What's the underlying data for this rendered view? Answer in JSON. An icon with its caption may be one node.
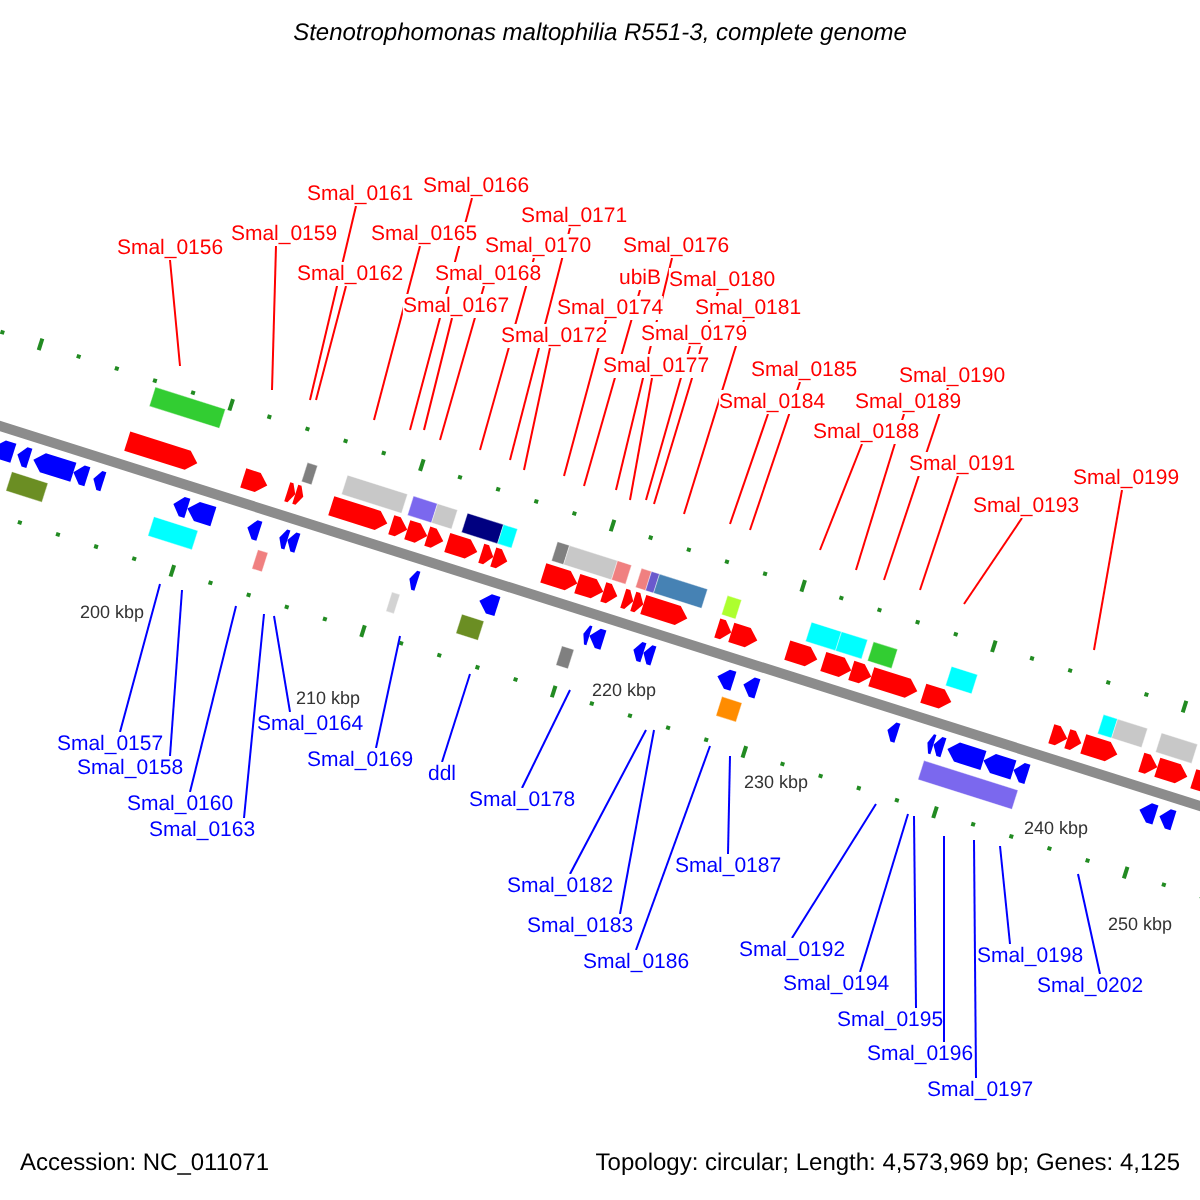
{
  "diagram": {
    "title": "Stenotrophomonas maltophilia R551-3, complete genome",
    "nodes": [
      {
        "text": [
          "Smal_0156"
        ]
      },
      {
        "text": [
          "Smal_0159"
        ]
      },
      {
        "text": [
          "Smal_0161"
        ]
      },
      {
        "text": [
          "Smal_0162"
        ]
      },
      {
        "text": [
          "Smal_0165"
        ]
      },
      {
        "text": [
          "Smal_0166"
        ]
      },
      {
        "text": [
          "Smal_0167"
        ]
      },
      {
        "text": [
          "Smal_0168"
        ]
      },
      {
        "text": [
          "Smal_0170"
        ]
      },
      {
        "text": [
          "Smal_0171"
        ]
      },
      {
        "text": [
          "Smal_0172"
        ]
      },
      {
        "text": [
          "Smal_0174"
        ]
      },
      {
        "text": [
          "ubiB"
        ]
      },
      {
        "text": [
          "Smal_0176"
        ]
      },
      {
        "text": [
          "Smal_0177"
        ]
      },
      {
        "text": [
          "Smal_0179"
        ]
      },
      {
        "text": [
          "Smal_0180"
        ]
      },
      {
        "text": [
          "Smal_0181"
        ]
      },
      {
        "text": [
          "Smal_0184"
        ]
      },
      {
        "text": [
          "Smal_0185"
        ]
      },
      {
        "text": [
          "Smal_0188"
        ]
      },
      {
        "text": [
          "Smal_0189"
        ]
      },
      {
        "text": [
          "Smal_0190"
        ]
      },
      {
        "text": [
          "Smal_0191"
        ]
      },
      {
        "text": [
          "Smal_0193"
        ]
      },
      {
        "text": [
          "Smal_0199"
        ]
      },
      {
        "text": [
          "Smal_0157"
        ]
      },
      {
        "text": [
          "Smal_0158"
        ]
      },
      {
        "text": [
          "Smal_0160"
        ]
      },
      {
        "text": [
          "Smal_0163"
        ]
      },
      {
        "text": [
          "Smal_0164"
        ]
      },
      {
        "text": [
          "Smal_0169"
        ]
      },
      {
        "text": [
          "ddl"
        ]
      },
      {
        "text": [
          "Smal_0178"
        ]
      },
      {
        "text": [
          "Smal_0182"
        ]
      },
      {
        "text": [
          "Smal_0183"
        ]
      },
      {
        "text": [
          "Smal_0186"
        ]
      },
      {
        "text": [
          "Smal_0187"
        ]
      },
      {
        "text": [
          "Smal_0192"
        ]
      },
      {
        "text": [
          "Smal_0194"
        ]
      },
      {
        "text": [
          "Smal_0195"
        ]
      },
      {
        "text": [
          "Smal_0196"
        ]
      },
      {
        "text": [
          "Smal_0197"
        ]
      },
      {
        "text": [
          "Smal_0198"
        ]
      },
      {
        "text": [
          "Smal_0202"
        ]
      }
    ],
    "edges": [
      {
        "from": 0,
        "to": null,
        "arrow": "none"
      },
      {
        "from": 1,
        "to": null,
        "arrow": "none"
      },
      {
        "from": 2,
        "to": null,
        "arrow": "none"
      },
      {
        "from": 3,
        "to": null,
        "arrow": "none"
      },
      {
        "from": 4,
        "to": null,
        "arrow": "none"
      },
      {
        "from": 5,
        "to": null,
        "arrow": "none"
      },
      {
        "from": 6,
        "to": null,
        "arrow": "none"
      },
      {
        "from": 7,
        "to": null,
        "arrow": "none"
      },
      {
        "from": 8,
        "to": null,
        "arrow": "none"
      },
      {
        "from": 9,
        "to": null,
        "arrow": "none"
      },
      {
        "from": 10,
        "to": null,
        "arrow": "none"
      },
      {
        "from": 11,
        "to": null,
        "arrow": "none"
      },
      {
        "from": 12,
        "to": null,
        "arrow": "none"
      },
      {
        "from": 13,
        "to": null,
        "arrow": "none"
      },
      {
        "from": 14,
        "to": null,
        "arrow": "none"
      },
      {
        "from": 15,
        "to": null,
        "arrow": "none"
      },
      {
        "from": 16,
        "to": null,
        "arrow": "none"
      },
      {
        "from": 17,
        "to": null,
        "arrow": "none"
      },
      {
        "from": 18,
        "to": null,
        "arrow": "none"
      },
      {
        "from": 19,
        "to": null,
        "arrow": "none"
      },
      {
        "from": 20,
        "to": null,
        "arrow": "none"
      },
      {
        "from": 21,
        "to": null,
        "arrow": "none"
      },
      {
        "from": 22,
        "to": null,
        "arrow": "none"
      },
      {
        "from": 23,
        "to": null,
        "arrow": "none"
      },
      {
        "from": 24,
        "to": null,
        "arrow": "none"
      },
      {
        "from": 25,
        "to": null,
        "arrow": "none"
      },
      {
        "from": 26,
        "to": null,
        "arrow": "none",
        "color": "#0000ff"
      },
      {
        "from": 27,
        "to": null,
        "arrow": "none",
        "color": "#0000ff"
      },
      {
        "from": 28,
        "to": null,
        "arrow": "none",
        "color": "#0000ff"
      },
      {
        "from": 29,
        "to": null,
        "arrow": "none",
        "color": "#0000ff"
      },
      {
        "from": 30,
        "to": null,
        "arrow": "none",
        "color": "#0000ff"
      },
      {
        "from": 31,
        "to": null,
        "arrow": "none",
        "color": "#0000ff"
      },
      {
        "from": 32,
        "to": null,
        "arrow": "none",
        "color": "#0000ff"
      },
      {
        "from": 33,
        "to": null,
        "arrow": "none",
        "color": "#0000ff"
      },
      {
        "from": 34,
        "to": null,
        "arrow": "none",
        "color": "#0000ff"
      },
      {
        "from": 35,
        "to": null,
        "arrow": "none",
        "color": "#0000ff"
      },
      {
        "from": 36,
        "to": null,
        "arrow": "none",
        "color": "#0000ff"
      },
      {
        "from": 37,
        "to": null,
        "arrow": "none",
        "color": "#0000ff"
      },
      {
        "from": 38,
        "to": null,
        "arrow": "none",
        "color": "#0000ff"
      },
      {
        "from": 39,
        "to": null,
        "arrow": "none",
        "color": "#0000ff"
      },
      {
        "from": 40,
        "to": null,
        "arrow": "none",
        "color": "#0000ff"
      },
      {
        "from": 41,
        "to": null,
        "arrow": "none",
        "color": "#0000ff"
      },
      {
        "from": 42,
        "to": null,
        "arrow": "none",
        "color": "#0000ff"
      },
      {
        "from": 43,
        "to": null,
        "arrow": "none",
        "color": "#0000ff"
      },
      {
        "from": 44,
        "to": null,
        "arrow": "none",
        "color": "#0000ff"
      }
    ],
    "labels": [
      "200 kbp",
      "210 kbp",
      "220 kbp",
      "230 kbp",
      "240 kbp",
      "250 kbp",
      "Accession: NC_011071",
      "Topology: circular; Length: 4,573,969 bp; Genes: 4,125"
    ]
  }
}
